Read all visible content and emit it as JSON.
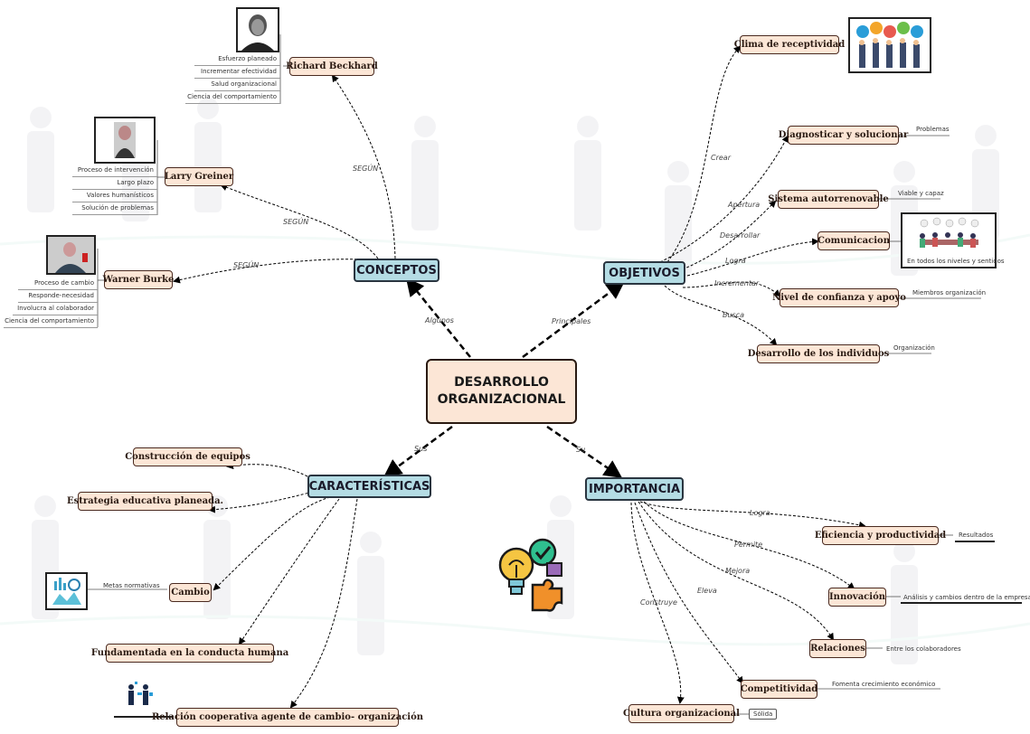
{
  "center": {
    "line1": "DESARROLLO",
    "line2": "ORGANIZACIONAL"
  },
  "branches": {
    "conceptos": "CONCEPTOS",
    "objetivos": "OBJETIVOS",
    "caracteristicas": "CARACTERÍSTICAS",
    "importancia": "IMPORTANCIA"
  },
  "branch_labels": {
    "conceptos": "Algunos",
    "objetivos": "Principales",
    "caracteristicas": "Sus",
    "importancia": "Su"
  },
  "conceptos": {
    "authors": [
      "Richard Beckhard",
      "Larry Greiner",
      "Warner Burke"
    ],
    "edge_labels": [
      "SEGÚN",
      "SEGÚN",
      "SEGÚN"
    ],
    "beckhard_list": [
      "Esfuerzo planeado",
      "Incrementar efectividad",
      "Salud organizacional",
      "Ciencia del comportamiento"
    ],
    "greiner_list": [
      "Proceso de intervención",
      "Largo plazo",
      "Valores humanísticos",
      "Solución de problemas"
    ],
    "burke_list": [
      "Proceso de cambio",
      "Responde-necesidad",
      "Involucra al colaborador",
      "Ciencia del comportamiento"
    ]
  },
  "objetivos": {
    "items": [
      "Clima de receptividad",
      "Diagnosticar y solucionar",
      "Sistema autorrenovable",
      "Comunicacion",
      "Nivel de confianza y apoyo",
      "Desarrollo de los individuos"
    ],
    "edge_labels": [
      "Crear",
      "Apertura",
      "Desarrollar",
      "Logra",
      "Incrementar",
      "Busca"
    ],
    "notes": [
      "Problemas",
      "Viable y capaz",
      "En todos los niveles y sentidos",
      "Miembros organización",
      "Organización"
    ]
  },
  "caracteristicas": {
    "items": [
      "Construcción de equipos",
      "Estrategia educativa planeada.",
      "Cambio",
      "Fundamentada  en la conducta humana",
      "Relación cooperativa agente de cambio- organización"
    ],
    "note": "Metas normativas"
  },
  "importancia": {
    "items": [
      "Eficiencia y productividad",
      "Innovación",
      "Relaciones",
      "Competitividad",
      "Cultura organizacional"
    ],
    "edge_labels": [
      "Logra",
      "Permite",
      "Mejora",
      "Eleva",
      "Construye"
    ],
    "notes": [
      "Resultados",
      "Análisis y cambios dentro de la empresa",
      "Entre los colaboradores",
      "Fomenta crecimiento económico",
      "Sólida"
    ]
  },
  "colors": {
    "node_fill": "#fce6d6",
    "branch_fill": "#b4dce4",
    "border": "#2a1a12"
  }
}
